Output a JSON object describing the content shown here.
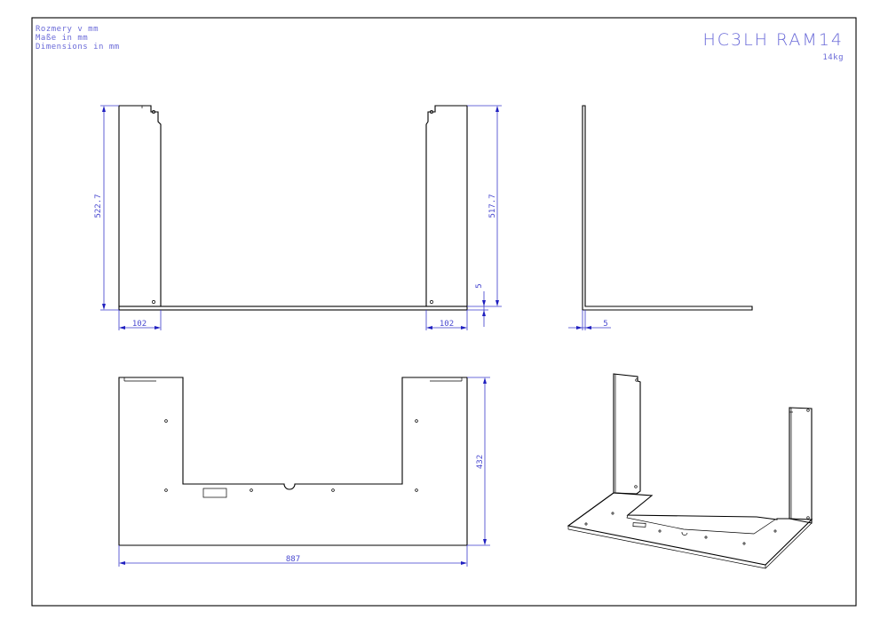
{
  "header": {
    "notes": [
      "Rozmery v mm",
      "Maße in mm",
      "Dimensions in mm"
    ],
    "title": "HC3LH RAM14",
    "weight": "14kg"
  },
  "dimensions": {
    "front_left_height": "522.7",
    "front_right_height": "517.7",
    "front_plate_thickness": "5",
    "front_left_width": "102",
    "front_right_width": "102",
    "side_thickness": "5",
    "top_depth": "432",
    "top_width": "887"
  },
  "colors": {
    "dimension": "#3a3acc",
    "text": "#6a6ad8",
    "line": "#000000"
  }
}
